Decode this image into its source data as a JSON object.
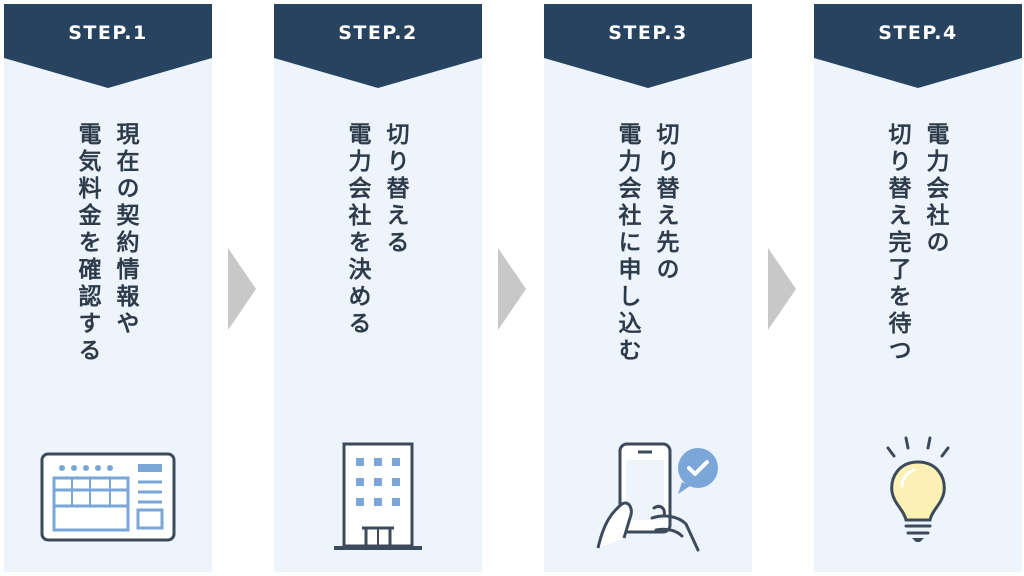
{
  "colors": {
    "card_bg": "#eef4fb",
    "banner": "#27435f",
    "text": "#2d3b4a",
    "icon_stroke": "#3d4a5c",
    "icon_accent": "#7aa6d8",
    "check_badge": "#7aa6d8",
    "bulb_fill": "#fbf1b5",
    "arrow": "#c8c8c8"
  },
  "steps": [
    {
      "label": "STEP.1",
      "lines": [
        "現在の契約情報や",
        "電気料金を確認する"
      ],
      "icon": "document-form-icon"
    },
    {
      "label": "STEP.2",
      "lines": [
        "切り替える",
        "電力会社を決める"
      ],
      "icon": "office-building-icon"
    },
    {
      "label": "STEP.3",
      "lines": [
        "切り替え先の",
        "電力会社に申し込む"
      ],
      "icon": "smartphone-check-icon"
    },
    {
      "label": "STEP.4",
      "lines": [
        "電力会社の",
        "切り替え完了を待つ"
      ],
      "icon": "lightbulb-icon"
    }
  ],
  "arrows": [
    "arrow-right-icon",
    "arrow-right-icon",
    "arrow-right-icon"
  ]
}
